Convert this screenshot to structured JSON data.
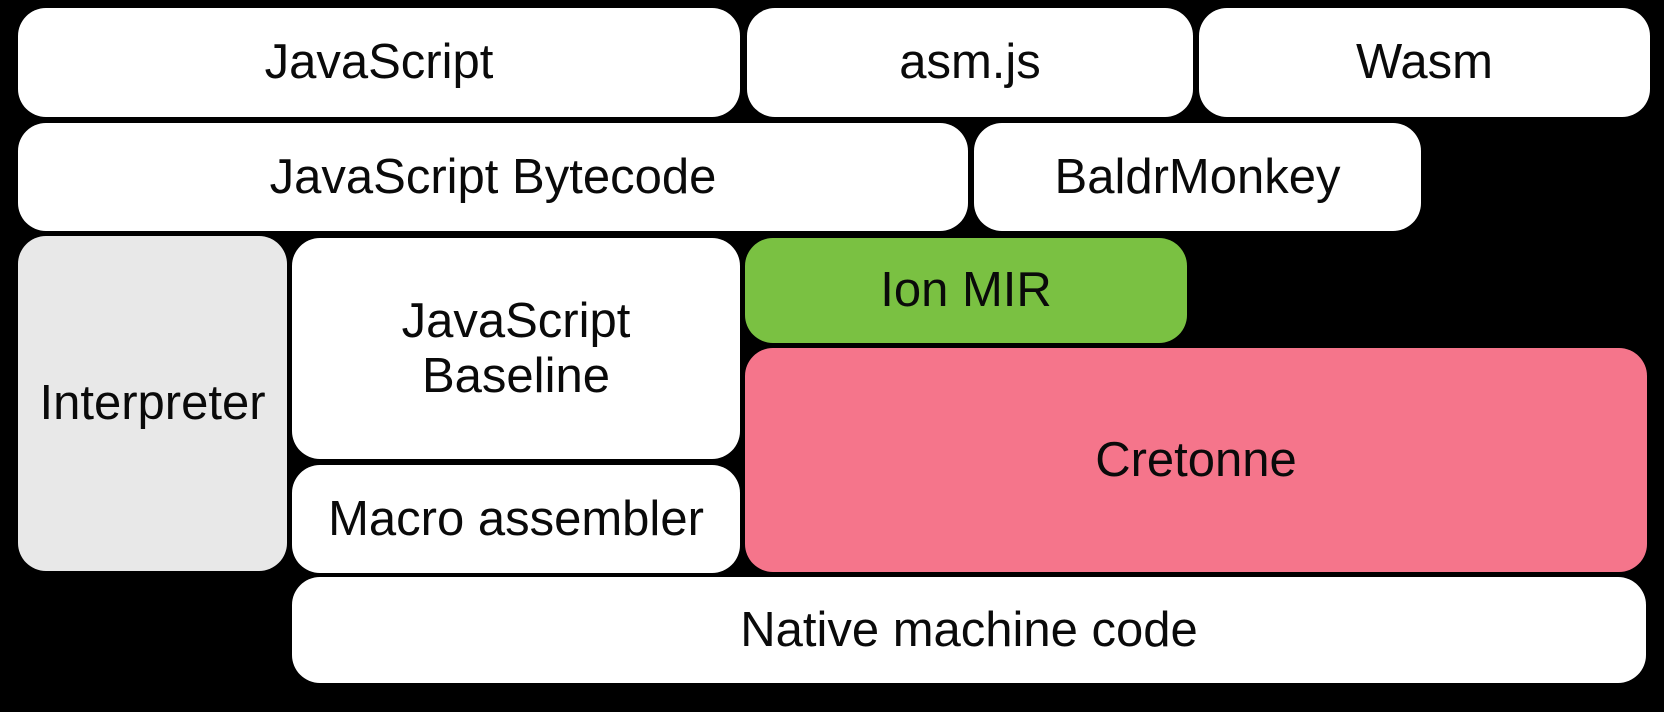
{
  "diagram": {
    "background_color": "#000000",
    "text_color": "#0a0a0a",
    "colors": {
      "white_box": "#ffffff",
      "gray_box": "#e8e8e8",
      "green_box": "#7ac142",
      "pink_box": "#f5758b"
    },
    "boxes": {
      "javascript": {
        "label": "JavaScript",
        "color": "#ffffff"
      },
      "asmjs": {
        "label": "asm.js",
        "color": "#ffffff"
      },
      "wasm": {
        "label": "Wasm",
        "color": "#ffffff"
      },
      "bytecode": {
        "label": "JavaScript Bytecode",
        "color": "#ffffff"
      },
      "baldrmonkey": {
        "label": "BaldrMonkey",
        "color": "#ffffff"
      },
      "interpreter": {
        "label": "Interpreter",
        "color": "#e8e8e8"
      },
      "baseline": {
        "label_line1": "JavaScript",
        "label_line2": "Baseline",
        "color": "#ffffff"
      },
      "ion_mir": {
        "label": "Ion MIR",
        "color": "#7ac142"
      },
      "cretonne": {
        "label": "Cretonne",
        "color": "#f5758b"
      },
      "macro_assembler": {
        "label": "Macro assembler",
        "color": "#ffffff"
      },
      "native_machine_code": {
        "label": "Native machine code",
        "color": "#ffffff"
      }
    }
  }
}
